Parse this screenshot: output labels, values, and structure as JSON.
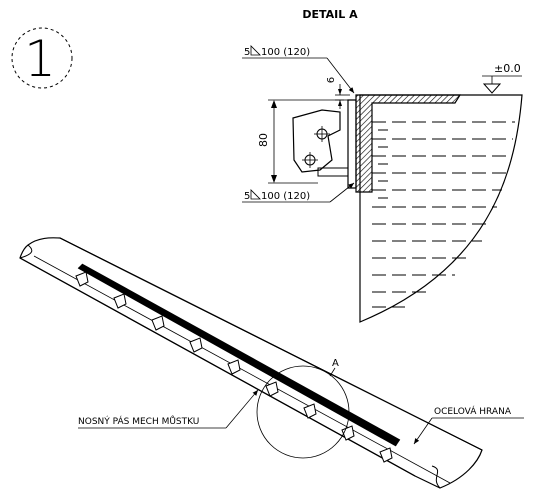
{
  "sheet": {
    "item_number": "1",
    "detail_title": "DETAIL A",
    "weld_top": "100 (120)",
    "weld_top_size": "5",
    "weld_bottom": "100 (120)",
    "weld_bottom_size": "5",
    "dim_6": "6",
    "dim_80": "80",
    "level_mark": "±0.0",
    "detail_callout": "A",
    "label_left": "NOSNÝ PÁS MECH MŮSTKU",
    "label_right": "OCELOVÁ HRANA"
  }
}
